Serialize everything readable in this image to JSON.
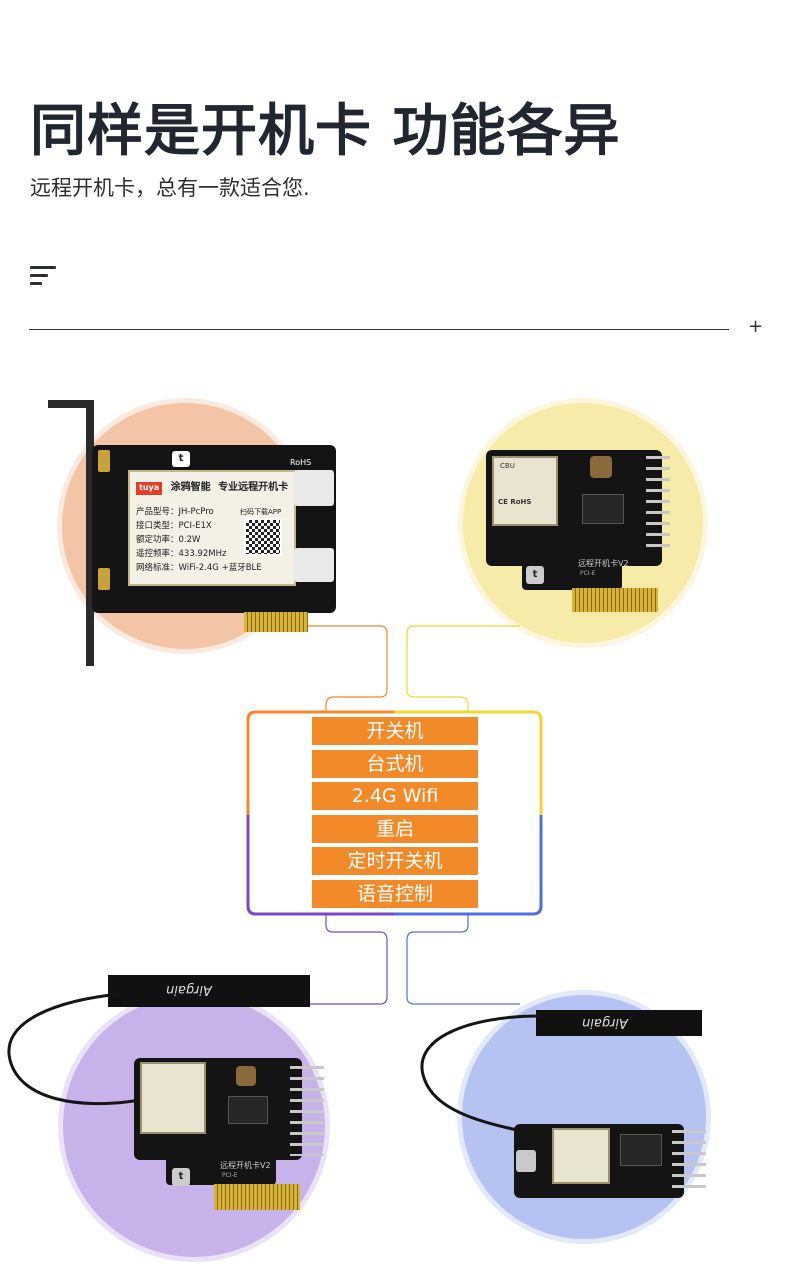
{
  "header": {
    "title": "同样是开机卡 功能各异",
    "subtitle": "远程开机卡，总有一款适合您."
  },
  "icons": {
    "menu": "menu-icon",
    "plus": "+"
  },
  "product_card_1": {
    "brand_logo": "tuya",
    "brand_name": "涂鸦智能",
    "product_title": "专业远程开机卡",
    "scan_text": "扫码下载APP",
    "rohs": "RoHS",
    "specs": [
      "产品型号：JH-PcPro",
      "接口类型：PCI-E1X",
      "额定功率：0.2W",
      "遥控频率：433.92MHz",
      "网络标准：WiFi-2.4G +蓝牙BLE"
    ]
  },
  "product_card_2": {
    "module_name": "CBU",
    "cert": "CE RoHS",
    "label": "远程开机卡V2",
    "pcb_text": "PCI-E"
  },
  "product_card_3": {
    "antenna_brand": "Airgain",
    "label": "远程开机卡V2",
    "pcb_text": "PCI-E"
  },
  "product_card_4": {
    "antenna_brand": "Airgain"
  },
  "features": [
    "开关机",
    "台式机",
    "2.4G Wifi",
    "重启",
    "定时开关机",
    "语音控制"
  ],
  "colors": {
    "feature_bg": "#f28a2a",
    "line_orange": "#f08a2c",
    "line_yellow": "#f2d530",
    "line_purple": "#7a48c6",
    "line_blue": "#4e6fe0"
  }
}
